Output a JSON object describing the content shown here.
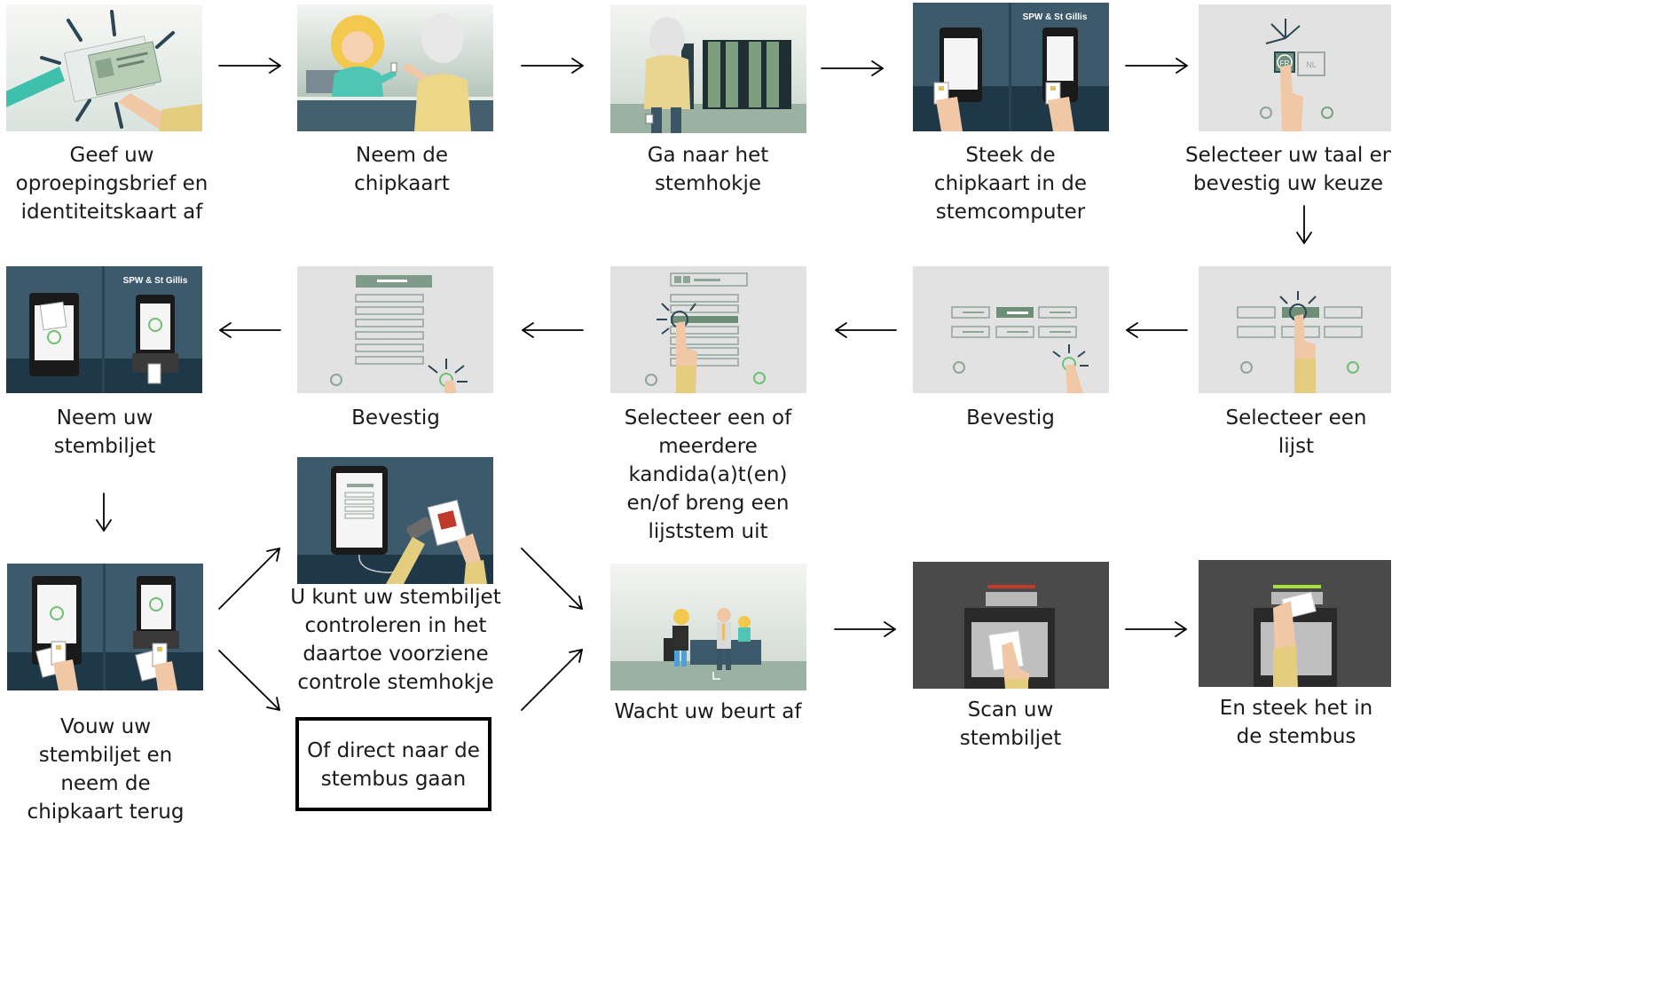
{
  "steps": [
    {
      "lines": [
        "Geef uw",
        "oproepingsbrief en",
        "identiteitskaart af"
      ]
    },
    {
      "lines": [
        "Neem de",
        "chipkaart"
      ]
    },
    {
      "lines": [
        "Ga naar het",
        "stemhokje"
      ]
    },
    {
      "lines": [
        "Steek de",
        "chipkaart in de",
        "stemcomputer"
      ]
    },
    {
      "lines": [
        "Selecteer uw taal en",
        "bevestig uw keuze"
      ]
    },
    {
      "lines": [
        "Selecteer een",
        "lijst"
      ]
    },
    {
      "lines": [
        "Bevestig"
      ]
    },
    {
      "lines": [
        "Selecteer een of",
        "meerdere",
        "kandida(a)t(en)",
        "en/of breng een",
        "lijststem uit"
      ]
    },
    {
      "lines": [
        "Bevestig"
      ]
    },
    {
      "lines": [
        "Neem uw",
        "stembiljet"
      ]
    },
    {
      "lines": [
        "Vouw uw",
        "stembiljet en",
        "neem de",
        "chipkaart terug"
      ]
    },
    {
      "lines": [
        "U kunt uw stembiljet",
        "controleren in het",
        "daartoe voorziene",
        "controle stemhokje"
      ]
    },
    {
      "lines": [
        "Of direct naar de",
        "stembus gaan"
      ]
    },
    {
      "lines": [
        "Wacht uw beurt af"
      ]
    },
    {
      "lines": [
        "Scan uw",
        "stembiljet"
      ]
    },
    {
      "lines": [
        "En steek het in",
        "de stembus"
      ]
    }
  ],
  "screen_labels": {
    "kiosk_header": "SPW & St Gillis",
    "lang_fr": "FR",
    "lang_nl": "NL"
  },
  "colors": {
    "slate": "#3d5a6c",
    "slate_dark": "#1f3848",
    "panel_grey": "#e2e2e2",
    "dark_grey": "#4a4a4a",
    "green": "#6e8e78",
    "yellow": "#e5cd7f",
    "skin": "#f1c8a6"
  }
}
